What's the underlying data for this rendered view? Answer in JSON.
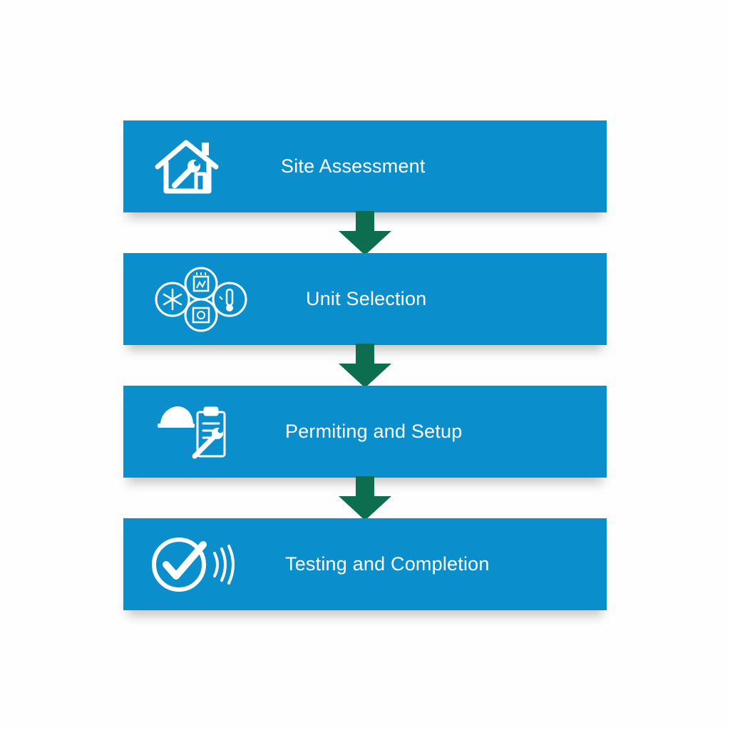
{
  "colors": {
    "box": "#0a8fcc",
    "arrow": "#0c6e4e",
    "icon": "#ffffff",
    "background": "#fefefe"
  },
  "steps": [
    {
      "label": "Site Assessment",
      "icon": "house-wrench-icon"
    },
    {
      "label": "Unit Selection",
      "icon": "hvac-units-icon"
    },
    {
      "label": "Permiting and Setup",
      "icon": "hardhat-clipboard-wrench-icon"
    },
    {
      "label": "Testing and Completion",
      "icon": "checkmark-signal-icon"
    }
  ],
  "connectors": [
    {
      "icon": "arrow-down-icon"
    },
    {
      "icon": "arrow-down-icon"
    },
    {
      "icon": "arrow-down-icon"
    }
  ]
}
